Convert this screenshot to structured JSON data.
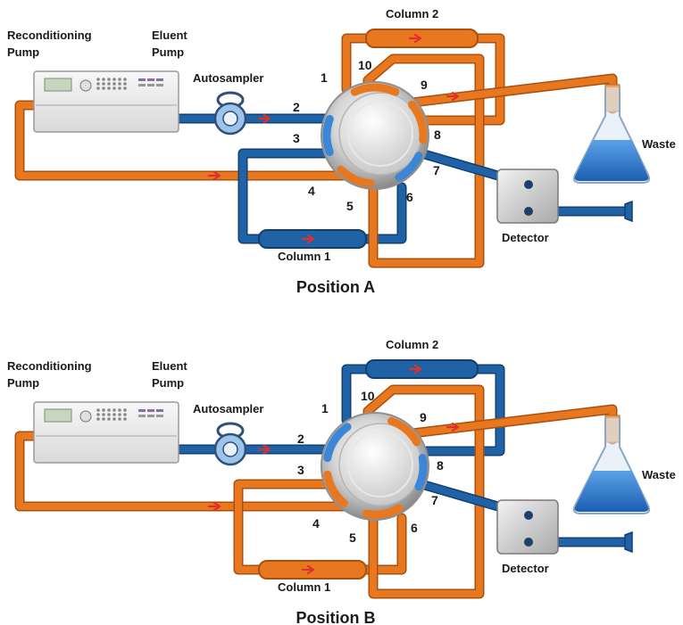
{
  "colors": {
    "orange": "#e8781f",
    "orange_dark": "#a9500f",
    "blue": "#1f62a6",
    "blue_dark": "#123f70",
    "port_orange": "#e8781f",
    "port_blue": "#3b86d6",
    "arrow": "#e0302a"
  },
  "panels": [
    {
      "id": "a",
      "title": "Position A",
      "labels": {
        "reconditioning_pump": "Reconditioning\nPump",
        "eluent_pump": "Eluent\nPump",
        "autosampler": "Autosampler",
        "column1": "Column 1",
        "column2": "Column 2",
        "waste": "Waste",
        "detector": "Detector"
      },
      "ports": [
        "1",
        "2",
        "3",
        "4",
        "5",
        "6",
        "7",
        "8",
        "9",
        "10"
      ],
      "column1_fill": "blue",
      "column2_fill": "orange"
    },
    {
      "id": "b",
      "title": "Position B",
      "labels": {
        "reconditioning_pump": "Reconditioning\nPump",
        "eluent_pump": "Eluent\nPump",
        "autosampler": "Autosampler",
        "column1": "Column 1",
        "column2": "Column 2",
        "waste": "Waste",
        "detector": "Detector"
      },
      "ports": [
        "1",
        "2",
        "3",
        "4",
        "5",
        "6",
        "7",
        "8",
        "9",
        "10"
      ],
      "column1_fill": "orange",
      "column2_fill": "blue"
    }
  ]
}
